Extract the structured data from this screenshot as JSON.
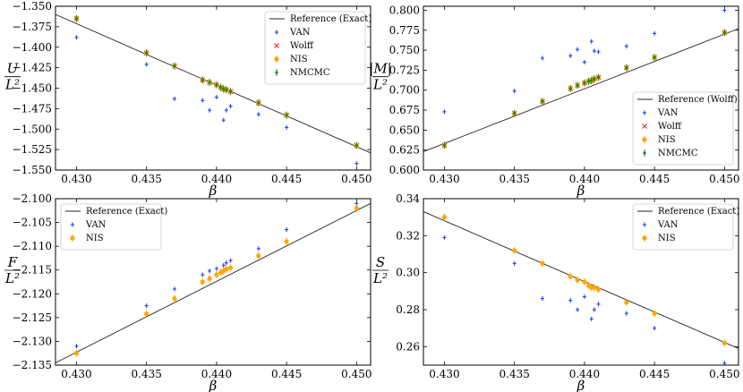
{
  "chart_data": [
    {
      "type": "scatter",
      "id": "U",
      "xlabel": "β",
      "ylabel": {
        "num": "U",
        "den": "L²"
      },
      "xlim": [
        0.4285,
        0.451
      ],
      "ylim": [
        -1.55,
        -1.35
      ],
      "xticks": [
        "0.430",
        "0.435",
        "0.440",
        "0.445",
        "0.450"
      ],
      "xtick_values": [
        0.43,
        0.435,
        0.44,
        0.445,
        0.45
      ],
      "yticks": [
        "−1.350",
        "−1.375",
        "−1.400",
        "−1.425",
        "−1.450",
        "−1.475",
        "−1.500",
        "−1.525",
        "−1.550"
      ],
      "ytick_values": [
        -1.35,
        -1.375,
        -1.4,
        -1.425,
        -1.45,
        -1.475,
        -1.5,
        -1.525,
        -1.55
      ],
      "legend": {
        "placement": "top-right",
        "entries": [
          "Reference (Exact)",
          "VAN",
          "Wolff",
          "NIS",
          "NMCMC"
        ]
      },
      "reference": {
        "name": "Reference (Exact)",
        "x": [
          0.4285,
          0.451
        ],
        "y": [
          -1.36,
          -1.529
        ]
      },
      "series": [
        {
          "name": "VAN",
          "color": "#1f3fff",
          "x": [
            0.43,
            0.435,
            0.437,
            0.439,
            0.4395,
            0.44,
            0.4405,
            0.4407,
            0.441,
            0.443,
            0.445,
            0.45
          ],
          "y": [
            -1.388,
            -1.421,
            -1.463,
            -1.465,
            -1.477,
            -1.461,
            -1.489,
            -1.477,
            -1.472,
            -1.482,
            -1.498,
            -1.542
          ]
        },
        {
          "name": "Wolff",
          "color": "#ff2d2d",
          "x": [
            0.43,
            0.435,
            0.437,
            0.439,
            0.4395,
            0.44,
            0.4403,
            0.4405,
            0.4407,
            0.441,
            0.443,
            0.445,
            0.45
          ],
          "y": [
            -1.365,
            -1.407,
            -1.423,
            -1.44,
            -1.443,
            -1.446,
            -1.449,
            -1.451,
            -1.452,
            -1.454,
            -1.468,
            -1.483,
            -1.52
          ]
        },
        {
          "name": "NIS",
          "color": "#ffa500",
          "x": [
            0.43,
            0.435,
            0.437,
            0.439,
            0.4395,
            0.44,
            0.4403,
            0.4405,
            0.4407,
            0.441,
            0.443,
            0.445,
            0.45
          ],
          "y": [
            -1.365,
            -1.407,
            -1.423,
            -1.44,
            -1.443,
            -1.446,
            -1.449,
            -1.451,
            -1.452,
            -1.454,
            -1.468,
            -1.483,
            -1.52
          ]
        },
        {
          "name": "NMCMC",
          "color": "#1a8a1a",
          "x": [
            0.43,
            0.435,
            0.437,
            0.439,
            0.4395,
            0.44,
            0.4403,
            0.4405,
            0.4407,
            0.441,
            0.443,
            0.445,
            0.45
          ],
          "y": [
            -1.365,
            -1.407,
            -1.423,
            -1.44,
            -1.443,
            -1.446,
            -1.449,
            -1.451,
            -1.452,
            -1.454,
            -1.468,
            -1.483,
            -1.52
          ]
        }
      ]
    },
    {
      "type": "scatter",
      "id": "M",
      "xlabel": "β",
      "ylabel": {
        "num": "|M|",
        "den": "L²"
      },
      "xlim": [
        0.4285,
        0.451
      ],
      "ylim": [
        0.6,
        0.805
      ],
      "xticks": [
        "0.430",
        "0.435",
        "0.440",
        "0.445",
        "0.450"
      ],
      "xtick_values": [
        0.43,
        0.435,
        0.44,
        0.445,
        0.45
      ],
      "yticks": [
        "0.600",
        "0.625",
        "0.650",
        "0.675",
        "0.700",
        "0.725",
        "0.750",
        "0.775",
        "0.800"
      ],
      "ytick_values": [
        0.6,
        0.625,
        0.65,
        0.675,
        0.7,
        0.725,
        0.75,
        0.775,
        0.8
      ],
      "legend": {
        "placement": "bottom-right",
        "entries": [
          "Reference (Wolff)",
          "VAN",
          "Wolff",
          "NIS",
          "NMCMC"
        ]
      },
      "reference": {
        "name": "Reference (Wolff)",
        "x": [
          0.4285,
          0.451
        ],
        "y": [
          0.623,
          0.777
        ]
      },
      "series": [
        {
          "name": "VAN",
          "color": "#1f3fff",
          "x": [
            0.43,
            0.435,
            0.437,
            0.439,
            0.4395,
            0.44,
            0.4405,
            0.4407,
            0.441,
            0.443,
            0.445,
            0.45
          ],
          "y": [
            0.673,
            0.699,
            0.74,
            0.743,
            0.751,
            0.735,
            0.761,
            0.749,
            0.748,
            0.755,
            0.771,
            0.8
          ]
        },
        {
          "name": "Wolff",
          "color": "#ff2d2d",
          "x": [
            0.43,
            0.435,
            0.437,
            0.439,
            0.4395,
            0.44,
            0.4403,
            0.4405,
            0.4407,
            0.441,
            0.443,
            0.445,
            0.45
          ],
          "y": [
            0.631,
            0.671,
            0.686,
            0.702,
            0.706,
            0.709,
            0.711,
            0.712,
            0.714,
            0.716,
            0.728,
            0.741,
            0.772
          ]
        },
        {
          "name": "NIS",
          "color": "#ffa500",
          "x": [
            0.43,
            0.435,
            0.437,
            0.439,
            0.4395,
            0.44,
            0.4403,
            0.4405,
            0.4407,
            0.441,
            0.443,
            0.445,
            0.45
          ],
          "y": [
            0.631,
            0.671,
            0.686,
            0.702,
            0.706,
            0.709,
            0.711,
            0.712,
            0.714,
            0.716,
            0.728,
            0.741,
            0.772
          ]
        },
        {
          "name": "NMCMC",
          "color": "#1a8a1a",
          "x": [
            0.43,
            0.435,
            0.437,
            0.439,
            0.4395,
            0.44,
            0.4403,
            0.4405,
            0.4407,
            0.441,
            0.443,
            0.445,
            0.45
          ],
          "y": [
            0.631,
            0.671,
            0.686,
            0.702,
            0.706,
            0.709,
            0.711,
            0.712,
            0.714,
            0.716,
            0.728,
            0.741,
            0.772
          ]
        }
      ]
    },
    {
      "type": "scatter",
      "id": "F",
      "xlabel": "β",
      "ylabel": {
        "num": "F",
        "den": "L²"
      },
      "xlim": [
        0.4285,
        0.451
      ],
      "ylim": [
        -2.135,
        -2.1
      ],
      "xticks": [
        "0.430",
        "0.435",
        "0.440",
        "0.445",
        "0.450"
      ],
      "xtick_values": [
        0.43,
        0.435,
        0.44,
        0.445,
        0.45
      ],
      "yticks": [
        "−2.100",
        "−2.105",
        "−2.110",
        "−2.115",
        "−2.120",
        "−2.125",
        "−2.130",
        "−2.135"
      ],
      "ytick_values": [
        -2.1,
        -2.105,
        -2.11,
        -2.115,
        -2.12,
        -2.125,
        -2.13,
        -2.135
      ],
      "legend": {
        "placement": "top-left",
        "entries": [
          "Reference (Exact)",
          "VAN",
          "NIS"
        ]
      },
      "reference": {
        "name": "Reference (Exact)",
        "x": [
          0.4285,
          0.451
        ],
        "y": [
          -2.1345,
          -2.101
        ]
      },
      "series": [
        {
          "name": "VAN",
          "color": "#1f3fff",
          "x": [
            0.43,
            0.435,
            0.437,
            0.439,
            0.4395,
            0.44,
            0.4405,
            0.4407,
            0.441,
            0.443,
            0.445,
            0.45
          ],
          "y": [
            -2.131,
            -2.1225,
            -2.119,
            -2.116,
            -2.1152,
            -2.1147,
            -2.114,
            -2.1135,
            -2.113,
            -2.1105,
            -2.1065,
            -2.101
          ]
        },
        {
          "name": "NIS",
          "color": "#ffa500",
          "x": [
            0.43,
            0.435,
            0.437,
            0.439,
            0.4395,
            0.44,
            0.4403,
            0.4405,
            0.4407,
            0.441,
            0.443,
            0.445,
            0.45
          ],
          "y": [
            -2.1325,
            -2.1242,
            -2.121,
            -2.1175,
            -2.1168,
            -2.116,
            -2.1155,
            -2.1152,
            -2.1148,
            -2.1145,
            -2.112,
            -2.109,
            -2.102
          ]
        }
      ]
    },
    {
      "type": "scatter",
      "id": "S",
      "xlabel": "β",
      "ylabel": {
        "num": "S",
        "den": "L²"
      },
      "xlim": [
        0.4285,
        0.451
      ],
      "ylim": [
        0.25,
        0.34
      ],
      "xticks": [
        "0.430",
        "0.435",
        "0.440",
        "0.445",
        "0.450"
      ],
      "xtick_values": [
        0.43,
        0.435,
        0.44,
        0.445,
        0.45
      ],
      "yticks": [
        "0.26",
        "0.28",
        "0.30",
        "0.32",
        "0.34"
      ],
      "ytick_values": [
        0.26,
        0.28,
        0.3,
        0.32,
        0.34
      ],
      "legend": {
        "placement": "top-right",
        "entries": [
          "Reference (Exact)",
          "VAN",
          "NIS"
        ]
      },
      "reference": {
        "name": "Reference (Exact)",
        "x": [
          0.4285,
          0.451
        ],
        "y": [
          0.333,
          0.259
        ]
      },
      "series": [
        {
          "name": "VAN",
          "color": "#1f3fff",
          "x": [
            0.43,
            0.435,
            0.437,
            0.439,
            0.4395,
            0.44,
            0.4405,
            0.4407,
            0.441,
            0.443,
            0.445,
            0.45
          ],
          "y": [
            0.319,
            0.305,
            0.286,
            0.285,
            0.28,
            0.287,
            0.275,
            0.28,
            0.283,
            0.278,
            0.27,
            0.251
          ]
        },
        {
          "name": "NIS",
          "color": "#ffa500",
          "x": [
            0.43,
            0.435,
            0.437,
            0.439,
            0.4395,
            0.44,
            0.4403,
            0.4405,
            0.4407,
            0.441,
            0.443,
            0.445,
            0.45
          ],
          "y": [
            0.33,
            0.312,
            0.305,
            0.298,
            0.296,
            0.295,
            0.293,
            0.292,
            0.292,
            0.291,
            0.284,
            0.278,
            0.262
          ]
        }
      ]
    }
  ]
}
